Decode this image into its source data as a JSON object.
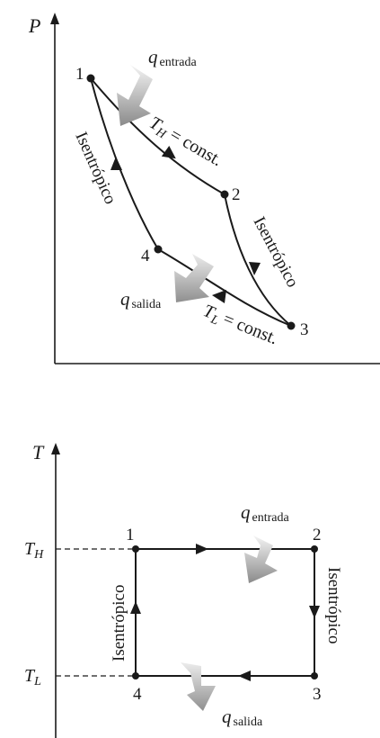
{
  "pv": {
    "axis_y": "P",
    "points": [
      "1",
      "2",
      "3",
      "4"
    ],
    "q_in": {
      "main": "q",
      "sub": "entrada"
    },
    "q_out": {
      "main": "q",
      "sub": "salida"
    },
    "th": {
      "main": "T",
      "sub": "H",
      "rest": " = const."
    },
    "tl": {
      "main": "T",
      "sub": "L",
      "rest": " = const."
    },
    "isentropic_left": "Isentrópico",
    "isentropic_right": "Isentrópico"
  },
  "ts": {
    "axis_y": "T",
    "th_label": {
      "main": "T",
      "sub": "H"
    },
    "tl_label": {
      "main": "T",
      "sub": "L"
    },
    "points": [
      "1",
      "2",
      "3",
      "4"
    ],
    "q_in": {
      "main": "q",
      "sub": "entrada"
    },
    "q_out": {
      "main": "q",
      "sub": "salida"
    },
    "isentropic_left": "Isentrópico",
    "isentropic_right": "Isentrópico"
  }
}
